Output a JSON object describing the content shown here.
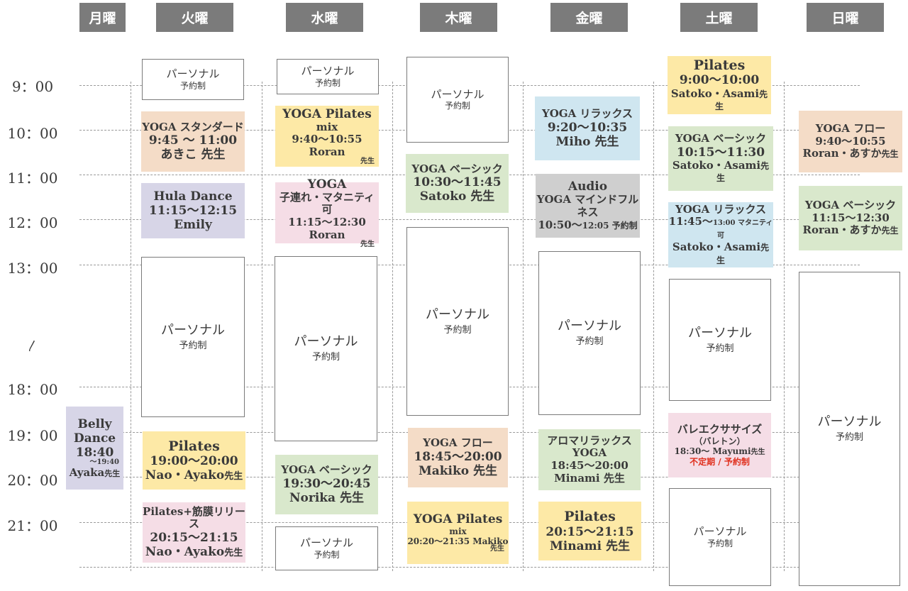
{
  "days": [
    "月曜",
    "火曜",
    "水曜",
    "木曜",
    "金曜",
    "土曜",
    "日曜"
  ],
  "times": [
    "9：00",
    "10：00",
    "11：00",
    "12：00",
    "13：00",
    "〳",
    "18：00",
    "19：00",
    "20：00",
    "21：00"
  ],
  "personal": {
    "main": "パーソナル",
    "sub": "予約制"
  },
  "classes": {
    "mon_belly": {
      "l1": "Belly",
      "l2": "Dance",
      "l3": "18:40",
      "l4": "〜19:40",
      "l5": "Ayaka",
      "l5b": "先生"
    },
    "tue_yoga": {
      "l1": "YOGA スタンダード",
      "l2": "9:45 〜 11:00",
      "l3": "あきこ 先生"
    },
    "tue_hula": {
      "l1": "Hula Dance",
      "l2": "11:15〜12:15",
      "l3": "Emily"
    },
    "tue_pilates": {
      "l1": "Pilates",
      "l2": "19:00〜20:00",
      "l3": "Nao・Ayako",
      "l3b": "先生"
    },
    "tue_pilates2": {
      "l1": "Pilates+筋膜リリース",
      "l2": "20:15〜21:15",
      "l3": "Nao・Ayako",
      "l3b": "先生"
    },
    "wed_yoga": {
      "l1": "YOGA Pilates",
      "l2": "mix",
      "l3": "9:40〜10:55 Roran",
      "l4": "先生"
    },
    "wed_kids": {
      "l1": "YOGA",
      "l2": "子連れ・マタニティ可",
      "l3": "11:15〜12:30 Roran",
      "l4": "先生"
    },
    "wed_basic": {
      "l1": "YOGA ベーシック",
      "l2": "19:30〜20:45",
      "l3": "Norika 先生"
    },
    "thu_basic": {
      "l1": "YOGA ベーシック",
      "l2": "10:30〜11:45",
      "l3": "Satoko 先生"
    },
    "thu_flow": {
      "l1": "YOGA フロー",
      "l2": "18:45〜20:00",
      "l3": "Makiko 先生"
    },
    "thu_mix": {
      "l1": "YOGA Pilates",
      "l2": "mix",
      "l3": "20:20〜21:35 Makiko",
      "l4": "先生"
    },
    "fri_relax": {
      "l1": "YOGA リラックス",
      "l2": "9:20〜10:35",
      "l3": "Miho 先生"
    },
    "fri_audio": {
      "l1": "Audio",
      "l2": "YOGA マインドフルネス",
      "l3": "10:50〜",
      "l3b": "12:05 予約制"
    },
    "fri_aroma": {
      "l1": "アロマリラックス",
      "l2": "YOGA",
      "l3": "18:45〜20:00",
      "l4": "Minami 先生"
    },
    "fri_pilates": {
      "l1": "Pilates",
      "l2": "20:15〜21:15",
      "l3": "Minami 先生"
    },
    "sat_pilates": {
      "l1": "Pilates",
      "l2": "9:00〜10:00",
      "l3": "Satoko・Asami",
      "l3b": "先生"
    },
    "sat_basic": {
      "l1": "YOGA ベーシック",
      "l2": "10:15〜11:30",
      "l3": "Satoko・Asami",
      "l3b": "先生"
    },
    "sat_relax": {
      "l1": "YOGA リラックス",
      "l2": "11:45〜",
      "l2b": "13:00 マタニティ可",
      "l3": "Satoko・Asami",
      "l3b": "先生"
    },
    "sat_barre": {
      "l1": "バレエクササイズ",
      "l2": "（バレトン）",
      "l3": "18:30〜 Mayumi",
      "l3b": "先生",
      "l4": "不定期 / 予約制"
    },
    "sun_flow": {
      "l1": "YOGA フロー",
      "l2": "9:40〜10:55",
      "l3": "Roran・あすか",
      "l3b": "先生"
    },
    "sun_basic": {
      "l1": "YOGA ベーシック",
      "l2": "11:15〜12:30",
      "l3": "Roran・あすか",
      "l3b": "先生"
    }
  }
}
